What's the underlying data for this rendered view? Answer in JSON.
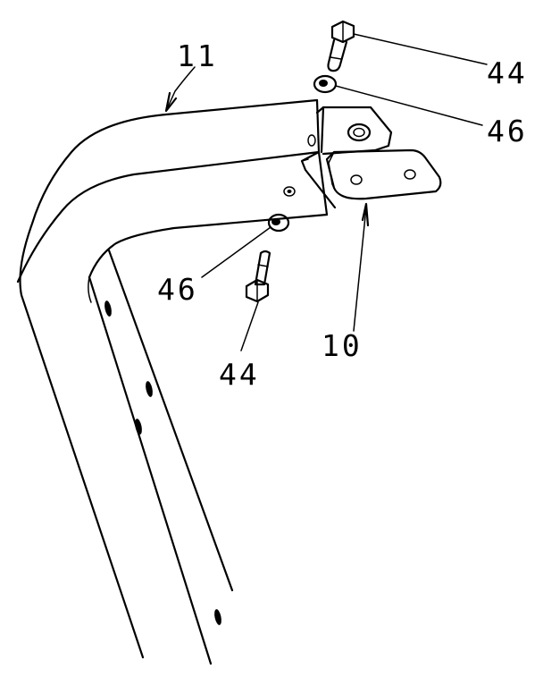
{
  "labels": {
    "frame": "11",
    "bracket": "10",
    "bolt_upper": "44",
    "washer_upper": "46",
    "washer_lower": "46",
    "bolt_lower": "44"
  },
  "colors": {
    "ink": "#000000",
    "paper": "#ffffff"
  }
}
